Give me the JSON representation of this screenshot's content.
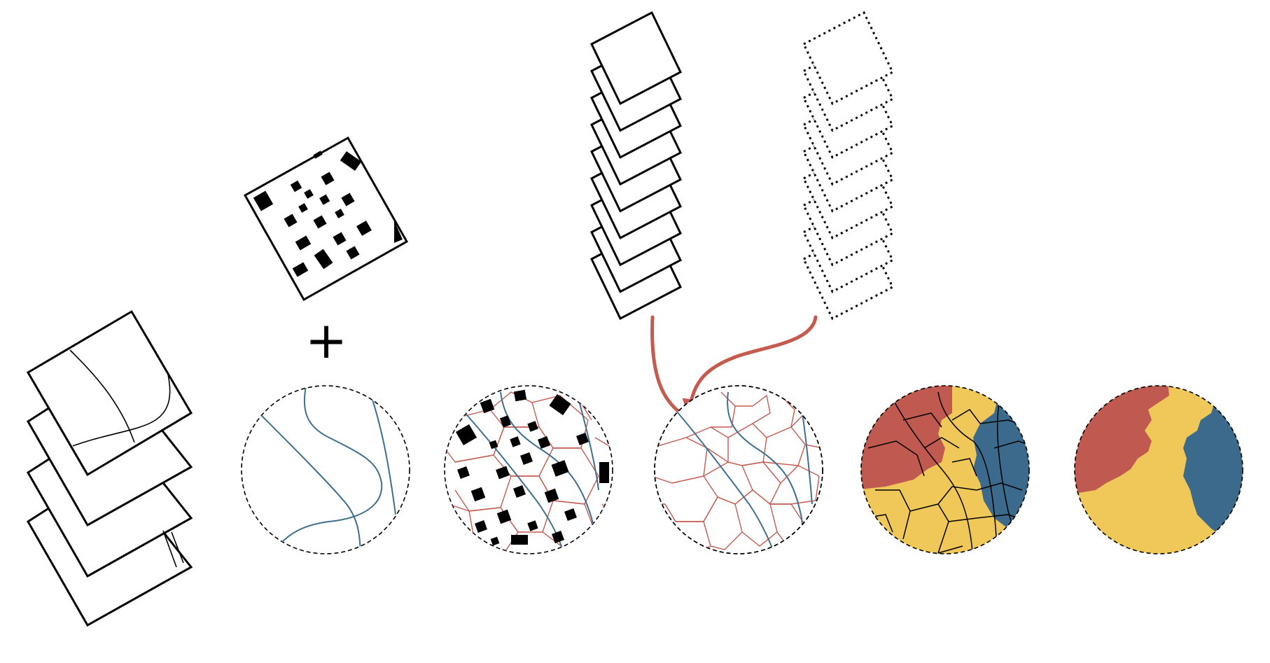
{
  "figure": {
    "description_visible_text": "",
    "colors": {
      "road_blue": "#3f6f8f",
      "cell_red": "#c55a50",
      "zone_red": "#c05a50",
      "zone_yellow": "#f0c85a",
      "zone_blue": "#3b6a8c",
      "arrow_red": "#c55a4e",
      "ink": "#000000"
    },
    "symbols": {
      "plus": "+"
    },
    "stacks": {
      "street_layers_count": 4,
      "building_layers_count": 1,
      "solid_square_stack_count": 9,
      "dotted_square_stack_count": 9
    },
    "steps": [
      {
        "name": "road-network"
      },
      {
        "name": "buildings-and-parcels"
      },
      {
        "name": "parcels-with-generated-layers"
      },
      {
        "name": "three-zone-parcels"
      },
      {
        "name": "three-zone-regions"
      }
    ]
  }
}
